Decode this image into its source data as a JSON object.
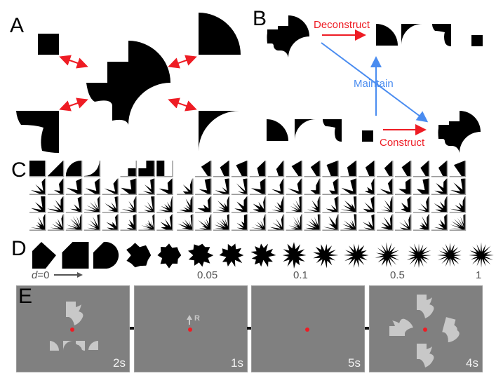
{
  "panels": {
    "A": {
      "label": "A",
      "description": "Composite shape formed from four quadrant parts with bidirectional red arrows"
    },
    "B": {
      "label": "B",
      "arrows": {
        "deconstruct": "Deconstruct",
        "construct": "Construct",
        "maintain": "Maintain"
      },
      "colors": {
        "red": "#ee1c24",
        "blue": "#4a8cf0"
      }
    },
    "C": {
      "label": "C",
      "grid": {
        "rows": 4,
        "columns": 24
      }
    },
    "D": {
      "label": "D",
      "shape_count": 15,
      "axis_start": "d=0",
      "axis_var": "d",
      "axis_eq": "=0",
      "ticks": [
        "0.05",
        "0.1",
        "0.5",
        "1"
      ]
    },
    "E": {
      "label": "E",
      "frames": [
        {
          "duration": "2s",
          "content": "target shape and four parts"
        },
        {
          "duration": "1s",
          "content": "cue",
          "cue_text": "R"
        },
        {
          "duration": "5s",
          "content": "fixation"
        },
        {
          "duration": "4s",
          "content": "four rotated choices"
        }
      ],
      "fixation_color": "#ee1c24",
      "frame_bg": "#808080",
      "shape_color": "#c8c8c8"
    }
  }
}
